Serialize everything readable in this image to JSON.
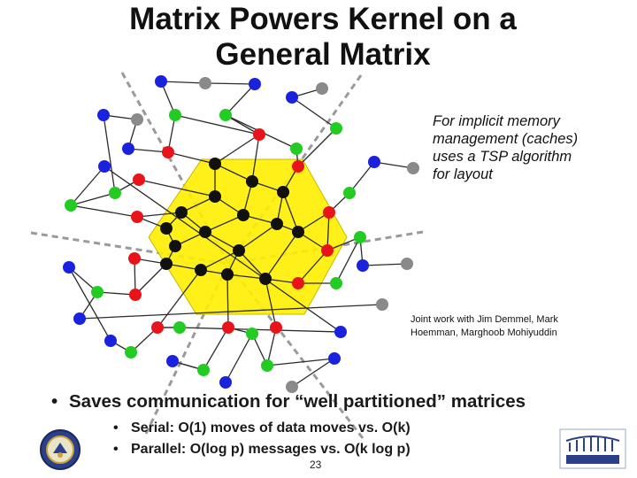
{
  "slide": {
    "title_line1": "Matrix Powers Kernel on a",
    "title_line2": "General Matrix",
    "note_lines": [
      "For implicit memory",
      "management (caches)",
      "uses a TSP algorithm",
      "for layout"
    ],
    "credit_lines": [
      "Joint work with Jim Demmel, Mark",
      "Hoemman, Marghoob Mohiyuddin"
    ],
    "bullet_main": "Saves communication for “well partitioned” matrices",
    "sub_bullets": [
      "Serial: O(1) moves of data  moves vs. O(k)",
      "Parallel: O(log p) messages vs.  O(k log p)"
    ],
    "page_number": "23",
    "bullet_glyph": "•"
  },
  "colors": {
    "black": "#111111",
    "red": "#e8141a",
    "green": "#22cc22",
    "blue": "#1a22dd",
    "gray": "#8a8a8a",
    "hexagon": "#ffee00",
    "edge": "#2b2b2b",
    "dashed": "#9a9a9a"
  },
  "icons": [
    "uc-berkeley-seal-icon",
    "berkeley-lab-logo-icon"
  ]
}
